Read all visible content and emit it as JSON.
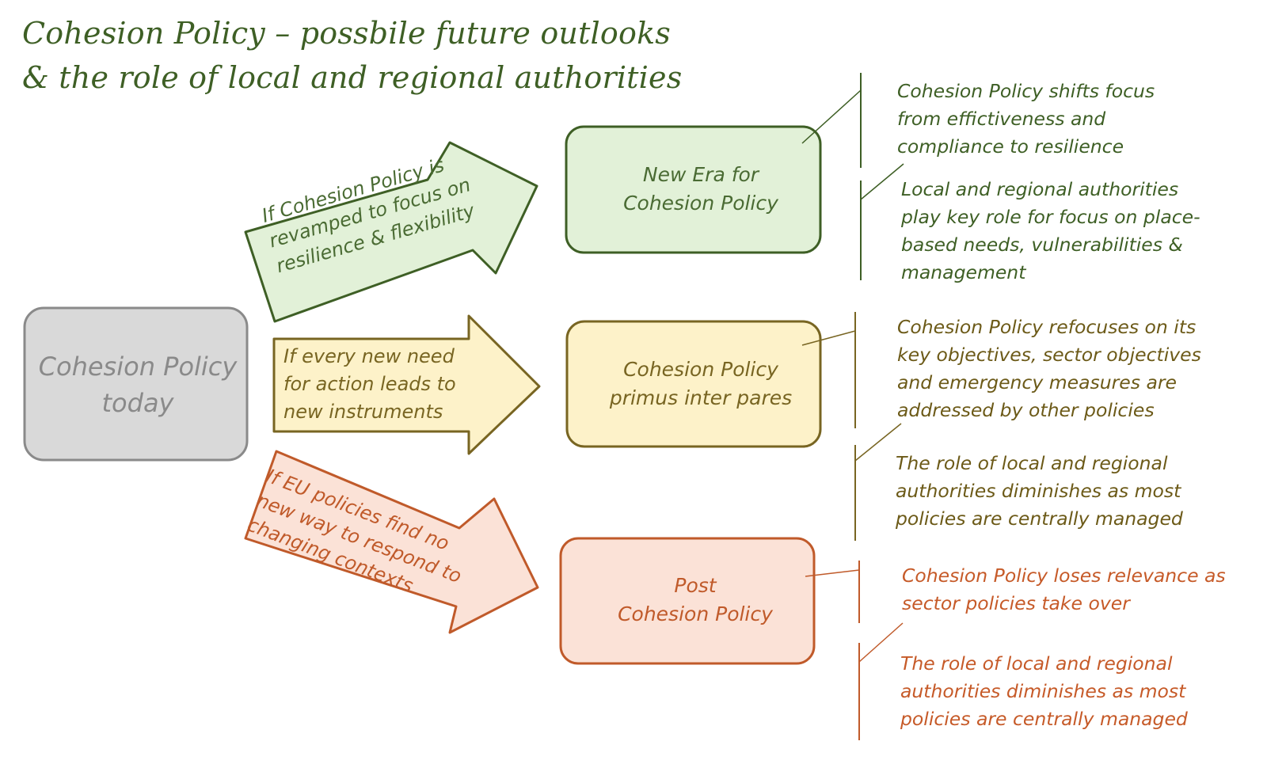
{
  "title": {
    "line1": "Cohesion Policy – possbile future outlooks",
    "line2": "& the role of local and regional authorities"
  },
  "today": {
    "line1": "Cohesion Policy",
    "line2": "today"
  },
  "arrows": {
    "top": {
      "line1": "If Cohesion Policy is",
      "line2": "revamped to focus on",
      "line3": "resilience & flexibility"
    },
    "middle": {
      "line1": "If every new need",
      "line2": "for action leads to",
      "line3": "new instruments"
    },
    "bottom": {
      "line1": "If EU policies find no",
      "line2": "new way to respond to",
      "line3": "changing contexts"
    }
  },
  "scenarios": {
    "new_era": {
      "line1": "New Era for",
      "line2": "Cohesion Policy"
    },
    "primus": {
      "line1": "Cohesion Policy",
      "line2": "primus inter pares"
    },
    "post": {
      "line1": "Post",
      "line2": "Cohesion Policy"
    }
  },
  "outcomes": {
    "new_era_1": [
      "Cohesion Policy shifts focus",
      "from effictiveness and",
      "compliance to resilience"
    ],
    "new_era_2": [
      "Local and regional authorities",
      "play key role for focus on place-",
      "based needs, vulnerabilities &",
      "management"
    ],
    "primus_1": [
      "Cohesion Policy refocuses on its",
      "key objectives, sector objectives",
      "and emergency measures are",
      "addressed by other policies"
    ],
    "primus_2": [
      "The role of local and regional",
      "authorities diminishes as most",
      "policies are centrally managed"
    ],
    "post_1": [
      "Cohesion Policy loses relevance as",
      "sector policies take over"
    ],
    "post_2": [
      "The role of local and regional",
      "authorities diminishes as most",
      "policies are centrally managed"
    ]
  },
  "colors": {
    "green": "#3e5f25",
    "green_fill": "#e2f1d8",
    "olive": "#6c5a18",
    "yellow_fill": "#fdf2c9",
    "orange": "#c65a28",
    "orange_fill": "#fbe2d7",
    "gray": "#8a8a8a",
    "gray_fill": "#d9d9d9"
  }
}
